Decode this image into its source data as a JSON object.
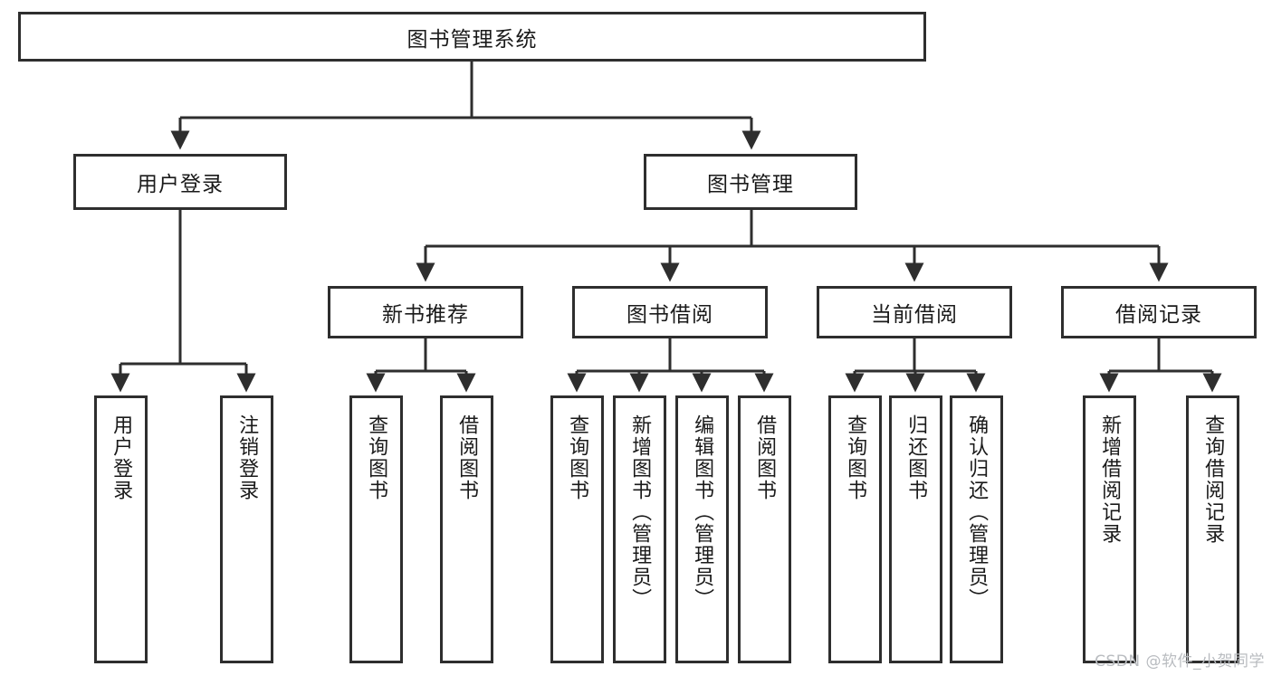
{
  "diagram": {
    "type": "tree-hierarchy",
    "root": {
      "label": "图书管理系统"
    },
    "level2": [
      {
        "label": "用户登录"
      },
      {
        "label": "图书管理"
      }
    ],
    "level3": [
      {
        "label": "新书推荐"
      },
      {
        "label": "图书借阅"
      },
      {
        "label": "当前借阅"
      },
      {
        "label": "借阅记录"
      }
    ],
    "leaves": {
      "user_login": [
        {
          "label": "用户登录"
        },
        {
          "label": "注销登录"
        }
      ],
      "new_book_recommend": [
        {
          "label": "查询图书"
        },
        {
          "label": "借阅图书"
        }
      ],
      "book_borrow": [
        {
          "label": "查询图书"
        },
        {
          "label": "新增图书（管理员）"
        },
        {
          "label": "编辑图书（管理员）"
        },
        {
          "label": "借阅图书"
        }
      ],
      "current_borrow": [
        {
          "label": "查询图书"
        },
        {
          "label": "归还图书"
        },
        {
          "label": "确认归还（管理员）"
        }
      ],
      "borrow_record": [
        {
          "label": "新增借阅记录"
        },
        {
          "label": "查询借阅记录"
        }
      ]
    }
  },
  "watermark": {
    "text": "CSDN @软件_小贺同学"
  },
  "colors": {
    "border": "#2e2e2e",
    "background": "#ffffff",
    "text": "#1a1a1a",
    "watermark": "#b9bcc0"
  }
}
